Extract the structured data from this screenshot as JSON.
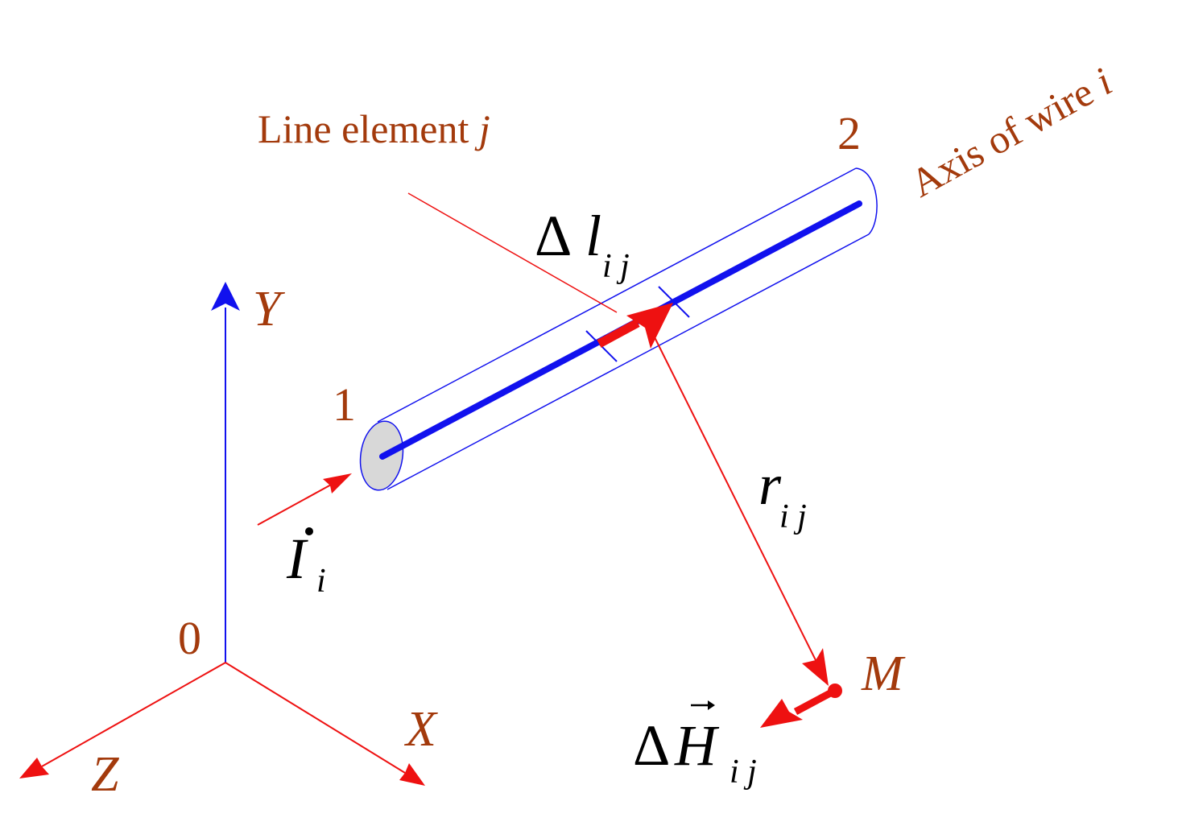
{
  "labels": {
    "line_element": "Line element ",
    "line_element_index": "j",
    "axis_of_wire": "Axis of wire ",
    "axis_of_wire_index": "i",
    "end_1": "1",
    "end_2": "2",
    "origin": "0",
    "axis_x": "X",
    "axis_y": "Y",
    "axis_z": "Z",
    "point_m": "M",
    "delta_l": "Δ",
    "delta_l_symbol": "l",
    "delta_l_sub": "i j",
    "r_symbol": "r",
    "r_sub": "i j",
    "current_symbol": "I",
    "current_sub": "i",
    "delta_h": "Δ",
    "delta_h_symbol": "H",
    "delta_h_sub": "i j"
  },
  "colors": {
    "label_brown": "#a33a0c",
    "arrow_red": "#ee1111",
    "wire_blue": "#1111ee",
    "end_cap_gray": "#d8d8d8",
    "math_black": "#000000"
  }
}
